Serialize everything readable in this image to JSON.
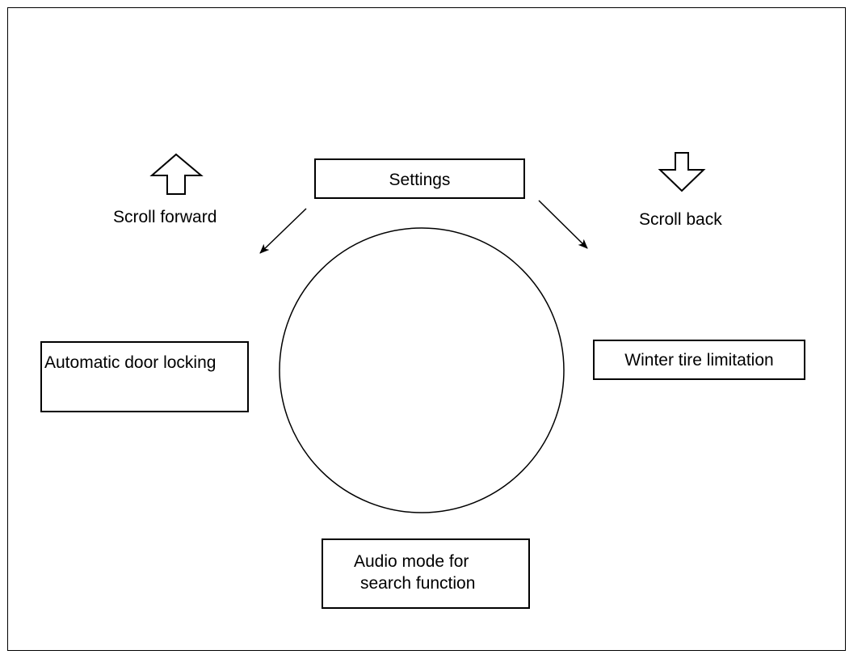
{
  "nodes": {
    "settings": "Settings",
    "automatic_door_locking": "Automatic door locking",
    "winter_tire_limitation": "Winter tire limitation",
    "audio_mode": {
      "line1": "Audio mode for",
      "line2": "search function"
    }
  },
  "scroll": {
    "forward_label": "Scroll forward",
    "back_label": "Scroll back"
  },
  "icons": {
    "forward": "hollow-arrow-up-icon",
    "back": "hollow-arrow-down-icon"
  },
  "colors": {
    "stroke": "#000000",
    "background": "#ffffff"
  }
}
